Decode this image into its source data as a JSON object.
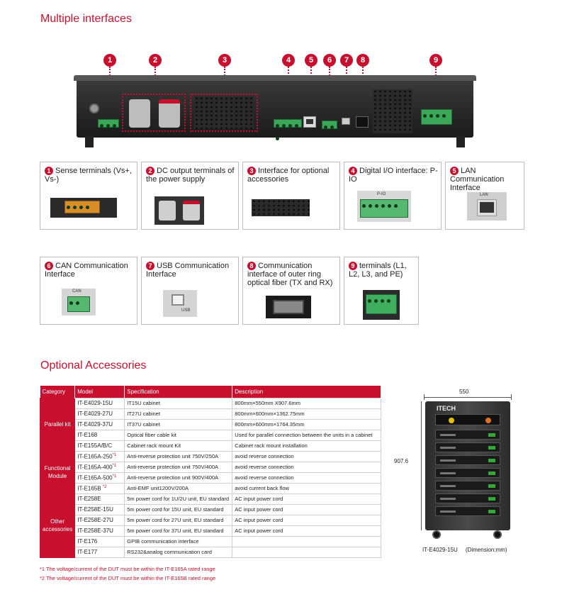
{
  "sections": {
    "interfaces_title": "Multiple interfaces",
    "accessories_title": "Optional Accessories"
  },
  "device_callouts": [
    "1",
    "2",
    "3",
    "4",
    "5",
    "6",
    "7",
    "8",
    "9"
  ],
  "interface_cards": [
    {
      "num": "1",
      "label": "Sense terminals (Vs+, Vs-)"
    },
    {
      "num": "2",
      "label": "DC output terminals of the power supply"
    },
    {
      "num": "3",
      "label": "Interface for optional accessories"
    },
    {
      "num": "4",
      "label": "Digital I/O interface: P-IO"
    },
    {
      "num": "5",
      "label": "LAN Communication Interface"
    },
    {
      "num": "6",
      "label": "CAN Communication Interface"
    },
    {
      "num": "7",
      "label": "USB Communication Interface"
    },
    {
      "num": "8",
      "label": "Communication interface of outer ring optical fiber (TX and RX)"
    },
    {
      "num": "9",
      "label": "terminals (L1, L2, L3, and PE)"
    }
  ],
  "card_pic_labels": {
    "lan": "LAN",
    "can": "CAN",
    "pio": "P-IO",
    "usb": "USB"
  },
  "table": {
    "headers": [
      "Category",
      "Model",
      "Specification",
      "Description"
    ],
    "categories": {
      "parallel": "Parallel kit",
      "functional": "Functional Module",
      "other": "Other accessories"
    },
    "rows": [
      {
        "model": "IT-E4029-15U",
        "sup": "",
        "spec": "IT15U cabinet",
        "desc": "800mm×550mm X907.6mm"
      },
      {
        "model": "IT-E4029-27U",
        "sup": "",
        "spec": "IT27U cabinet",
        "desc": "800mm×600mm×1362.75mm"
      },
      {
        "model": "IT-E4029-37U",
        "sup": "",
        "spec": "IT37U cabinet",
        "desc": "800mm×600mm×1764.35mm"
      },
      {
        "model": "IT-E168",
        "sup": "",
        "spec": "Optical fiber cable kit",
        "desc": "Used for parallel connection between the units in a cabinet"
      },
      {
        "model": "IT-E155A/B/C",
        "sup": "",
        "spec": "Cabinet rack mount Kit",
        "desc": "Cabinet rack mount installation"
      },
      {
        "model": "IT-E165A-250",
        "sup": "*1",
        "spec": "Anti-reverse protection unit 750V/250A",
        "desc": "avoid reverse connection"
      },
      {
        "model": "IT-E165A-400",
        "sup": "*1",
        "spec": "Anti-reverse protection unit 750V/400A",
        "desc": "avoid reverse connection"
      },
      {
        "model": "IT-E165A-500",
        "sup": "*1",
        "spec": "Anti-reverse protection unit 900V/400A",
        "desc": "avoid reverse connection"
      },
      {
        "model": "IT-E165B",
        "sup": "*2",
        "spec": "Anti-EMF unit1200V/200A",
        "desc": "avoid current back flow"
      },
      {
        "model": "IT-E258E",
        "sup": "",
        "spec": "5m power cord for 1U/2U unit, EU standard",
        "desc": "AC input power cord"
      },
      {
        "model": "IT-E258E-15U",
        "sup": "",
        "spec": "5m power cord for 15U unit, EU standard",
        "desc": "AC input power cord"
      },
      {
        "model": "IT-E258E-27U",
        "sup": "",
        "spec": "5m power cord for 27U unit, EU standard",
        "desc": "AC input power cord"
      },
      {
        "model": "IT-E258E-37U",
        "sup": "",
        "spec": "5m power cord for 37U unit, EU standard",
        "desc": "AC input power cord"
      },
      {
        "model": "IT-E176",
        "sup": "",
        "spec": "GPIB communication interface",
        "desc": ""
      },
      {
        "model": "IT-E177",
        "sup": "",
        "spec": "RS232&analog  communication card",
        "desc": ""
      }
    ]
  },
  "footnotes": [
    "*1   The voltage/current of the DUT must be within the IT-E165A rated range",
    "*2   The voltage/current of the DUT must be within the IT-E165B rated range"
  ],
  "cabinet": {
    "width_label": "550",
    "height_label": "907.6",
    "caption": "IT-E4029-15U     (Dimension:mm)",
    "brand": "ITECH"
  },
  "colors": {
    "accent": "#c8102e"
  }
}
